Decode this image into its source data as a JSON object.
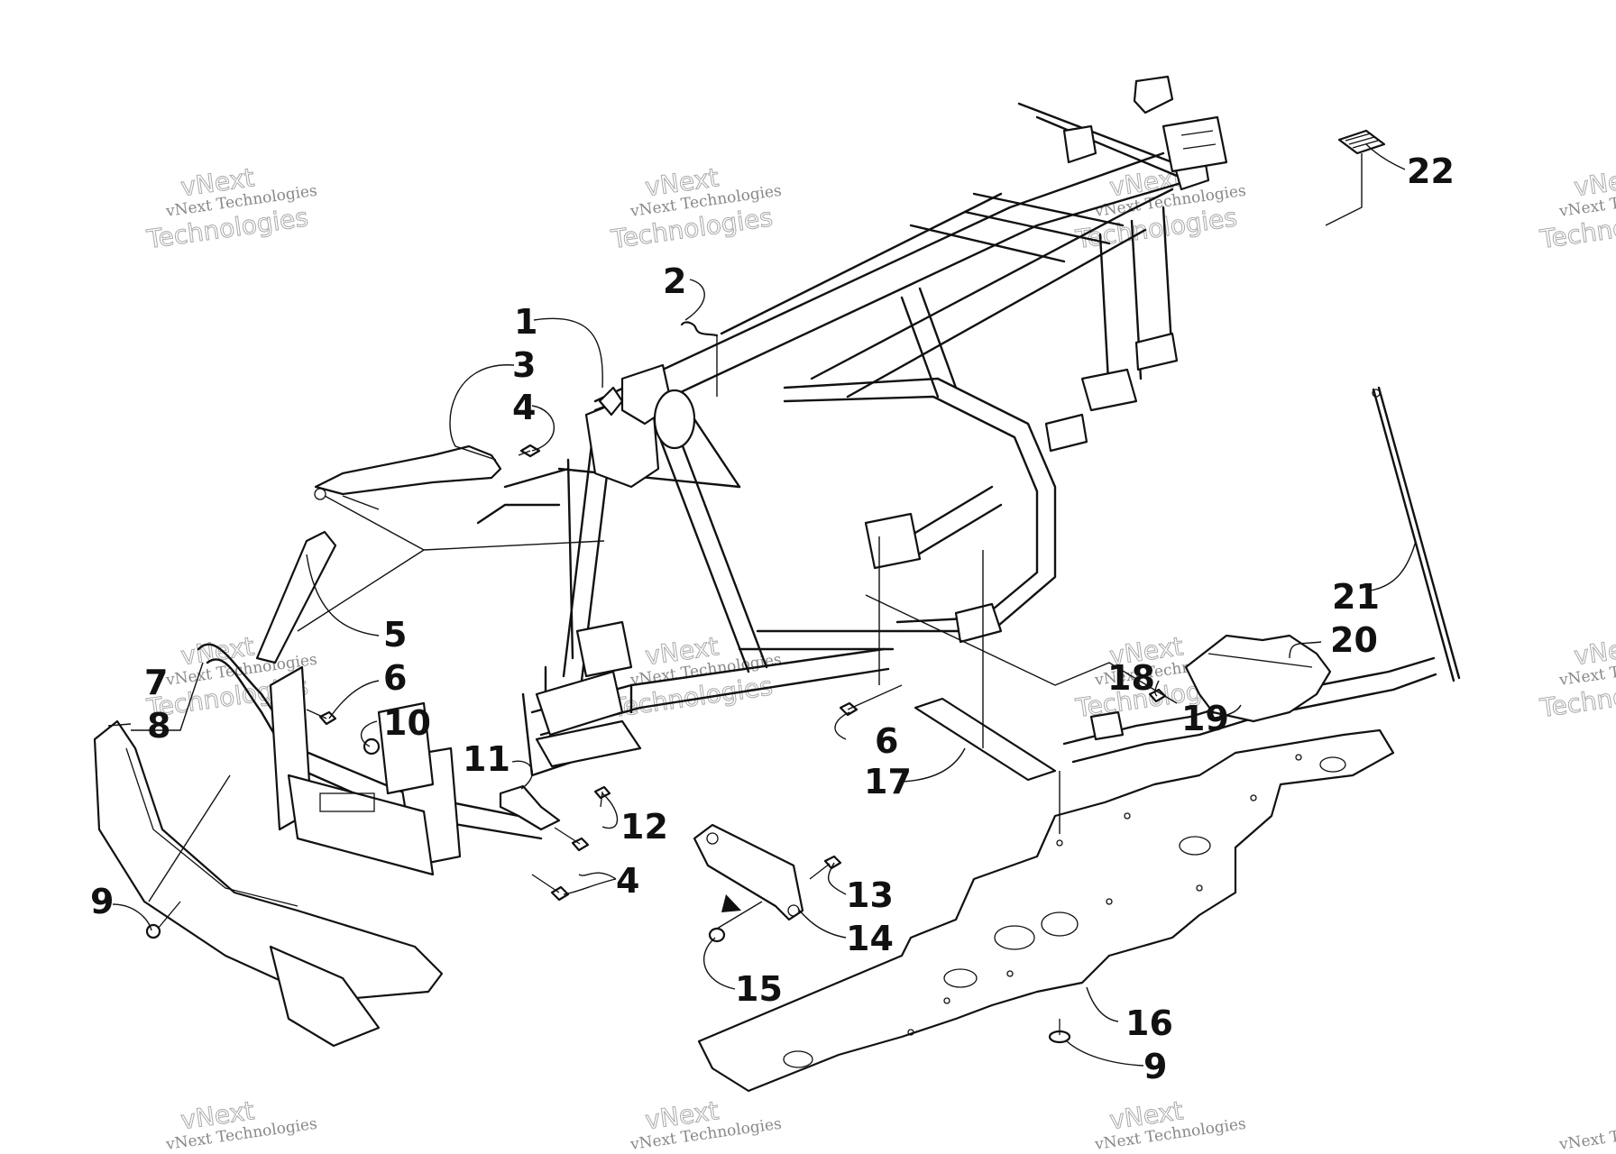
{
  "diagram": {
    "watermark": {
      "brand": "vNext Technologies",
      "word1": "vNext",
      "word2": "Technologies"
    },
    "callouts": [
      {
        "id": "c1",
        "label": "1"
      },
      {
        "id": "c2",
        "label": "2"
      },
      {
        "id": "c3",
        "label": "3"
      },
      {
        "id": "c4a",
        "label": "4"
      },
      {
        "id": "c5",
        "label": "5"
      },
      {
        "id": "c6a",
        "label": "6"
      },
      {
        "id": "c7",
        "label": "7"
      },
      {
        "id": "c8",
        "label": "8"
      },
      {
        "id": "c9a",
        "label": "9"
      },
      {
        "id": "c10",
        "label": "10"
      },
      {
        "id": "c11",
        "label": "11"
      },
      {
        "id": "c12",
        "label": "12"
      },
      {
        "id": "c4b",
        "label": "4"
      },
      {
        "id": "c13",
        "label": "13"
      },
      {
        "id": "c14",
        "label": "14"
      },
      {
        "id": "c15",
        "label": "15"
      },
      {
        "id": "c6b",
        "label": "6"
      },
      {
        "id": "c17",
        "label": "17"
      },
      {
        "id": "c16",
        "label": "16"
      },
      {
        "id": "c9b",
        "label": "9"
      },
      {
        "id": "c18",
        "label": "18"
      },
      {
        "id": "c19",
        "label": "19"
      },
      {
        "id": "c20",
        "label": "20"
      },
      {
        "id": "c21",
        "label": "21"
      },
      {
        "id": "c22",
        "label": "22"
      }
    ]
  }
}
